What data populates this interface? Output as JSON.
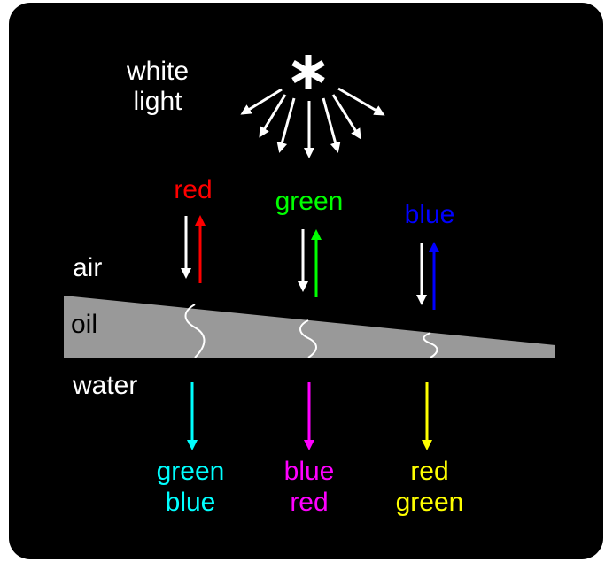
{
  "source": {
    "label_line1": "white",
    "label_line2": "light",
    "icon": "asterisk-icon"
  },
  "media": {
    "air": "air",
    "oil": "oil",
    "water": "water"
  },
  "reflected": [
    {
      "label": "red",
      "color": "#ff0000"
    },
    {
      "label": "green",
      "color": "#00ff00"
    },
    {
      "label": "blue",
      "color": "#0000ff"
    }
  ],
  "transmitted": [
    {
      "line1": "green",
      "line2": "blue",
      "color": "#00ffff"
    },
    {
      "line1": "blue",
      "line2": "red",
      "color": "#ff00ff"
    },
    {
      "line1": "red",
      "line2": "green",
      "color": "#ffff00"
    }
  ],
  "colors": {
    "background": "#000000",
    "incident_arrow": "#ffffff",
    "oil_film": "#999999"
  }
}
